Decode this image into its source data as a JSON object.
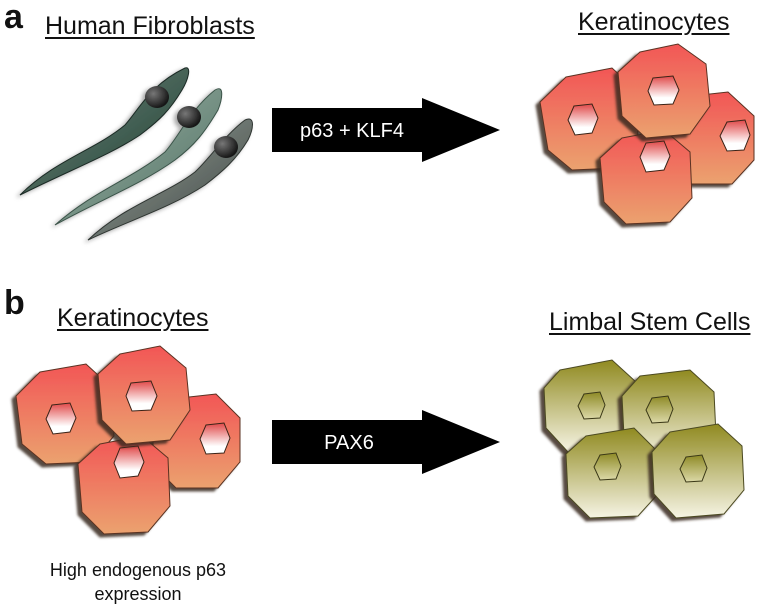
{
  "panels": [
    {
      "letter": "a",
      "left_label": "Human Fibroblasts",
      "arrow_label": "p63 + KLF4",
      "right_label": "Keratinocytes"
    },
    {
      "letter": "b",
      "left_label": "Keratinocytes",
      "arrow_label": "PAX6",
      "right_label": "Limbal Stem Cells",
      "note_line1": "High endogenous p63",
      "note_line2": "expression"
    }
  ],
  "colors": {
    "fibroblast": "#2f4a3f",
    "keratinocyte_top": "#f05a5a",
    "keratinocyte_bottom": "#e9a070",
    "limbal_top": "#8f8a1e",
    "limbal_bottom": "#f4f2e0",
    "arrow": "#000000"
  }
}
